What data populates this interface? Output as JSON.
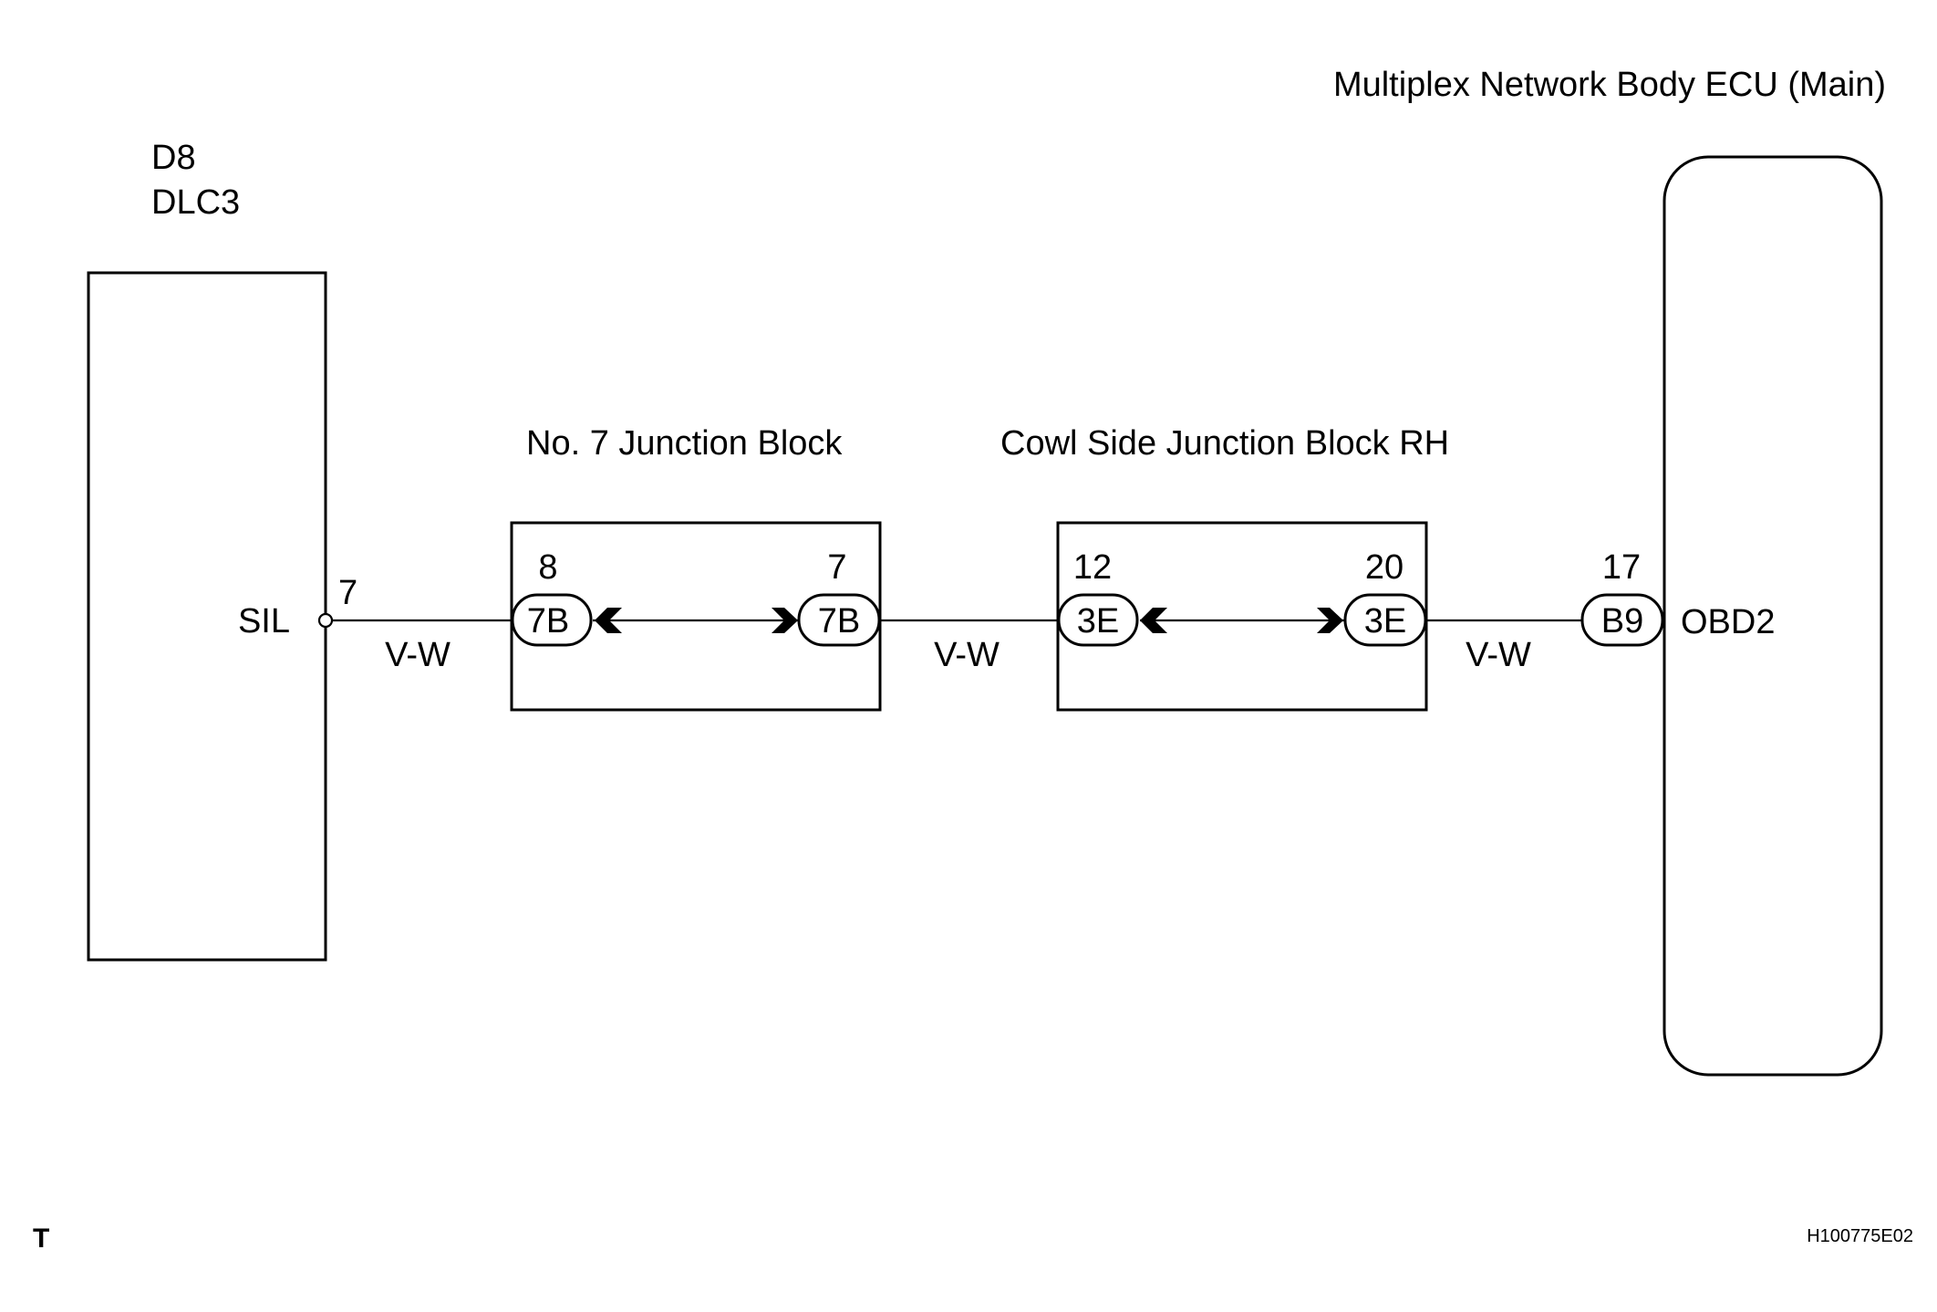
{
  "dlc": {
    "code": "D8",
    "name": "DLC3",
    "terminal_name": "SIL",
    "pin": "7"
  },
  "ecu": {
    "title": "Multiplex Network Body ECU (Main)",
    "terminal_name": "OBD2",
    "pin": "17",
    "connector": "B9"
  },
  "junction_no7": {
    "title": "No. 7 Junction Block",
    "left_pin": "8",
    "left_connector": "7B",
    "right_pin": "7",
    "right_connector": "7B"
  },
  "junction_cowl": {
    "title": "Cowl Side Junction Block RH",
    "left_pin": "12",
    "left_connector": "3E",
    "right_pin": "20",
    "right_connector": "3E"
  },
  "wires": {
    "w1": "V-W",
    "w2": "V-W",
    "w3": "V-W"
  },
  "footer": {
    "corner_mark": "T",
    "figure_id": "H100775E02"
  }
}
